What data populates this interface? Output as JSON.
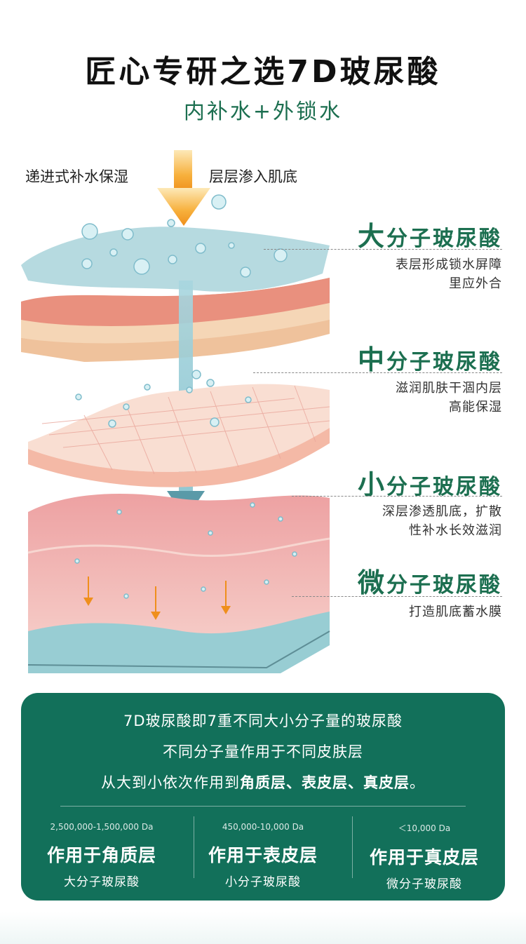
{
  "header": {
    "title": "匠心专研之选7D玻尿酸",
    "subtitle": "内补水+外锁水"
  },
  "labels": {
    "left": "递进式补水保湿",
    "right": "层层渗入肌底"
  },
  "layers": [
    {
      "big": "大",
      "rest": "分子玻尿酸",
      "desc": [
        "表层形成锁水屏障",
        "里应外合"
      ]
    },
    {
      "big": "中",
      "rest": "分子玻尿酸",
      "desc": [
        "滋润肌肤干涸内层",
        "高能保湿"
      ]
    },
    {
      "big": "小",
      "rest": "分子玻尿酸",
      "desc": [
        "深层渗透肌底，扩散",
        "性补水长效滋润"
      ]
    },
    {
      "big": "微",
      "rest": "分子玻尿酸",
      "desc": [
        "打造肌底蓄水膜"
      ]
    }
  ],
  "info": {
    "line1": "7D玻尿酸即7重不同大小分子量的玻尿酸",
    "line2": "不同分子量作用于不同皮肤层",
    "line3_prefix": "从大到小依次作用到",
    "line3_bold": "角质层、表皮层、真皮层",
    "line3_suffix": "。",
    "columns": [
      {
        "range": "2,500,000-1,500,000 Da",
        "name": "作用于角质层",
        "sub": "大分子玻尿酸"
      },
      {
        "range": "450,000-10,000 Da",
        "name": "作用于表皮层",
        "sub": "小分子玻尿酸"
      },
      {
        "range": "＜10,000 Da",
        "name": "作用于真皮层",
        "sub": "微分子玻尿酸"
      }
    ]
  },
  "colors": {
    "brand_green": "#1c6f50",
    "box_green": "#12705a",
    "arrow_orange": "#f4a12a",
    "water_blue": "#8fc9d4"
  }
}
